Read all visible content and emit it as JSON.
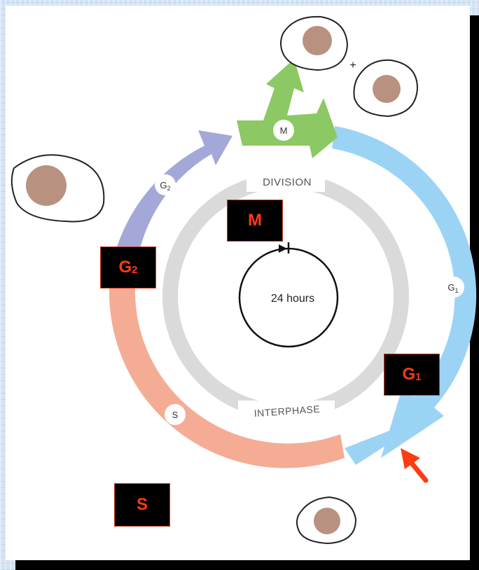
{
  "diagram": {
    "phase_tags": {
      "m": "M",
      "g1": "G",
      "g1_sub": "1",
      "g2": "G",
      "g2_sub": "2",
      "s": "S"
    },
    "inner_ring": {
      "top_label": "DIVISION",
      "bottom_label": "INTERPHASE"
    },
    "clock_label": "24 hours",
    "plus_sign": "+",
    "overlay_boxes": {
      "m": "M",
      "g2": "G",
      "g2_sub": "2",
      "g1": "G",
      "g1_sub": "1",
      "s": "S"
    },
    "colors": {
      "m_phase": "#8cc864",
      "g1_phase": "#9bd3f5",
      "g2_phase": "#a4a8d8",
      "s_phase": "#f5ac95",
      "inner_ring": "#dadada",
      "nucleus": "#b99180",
      "overlay_text": "#ff3b12",
      "pointer_arrow": "#ff3b12"
    }
  }
}
